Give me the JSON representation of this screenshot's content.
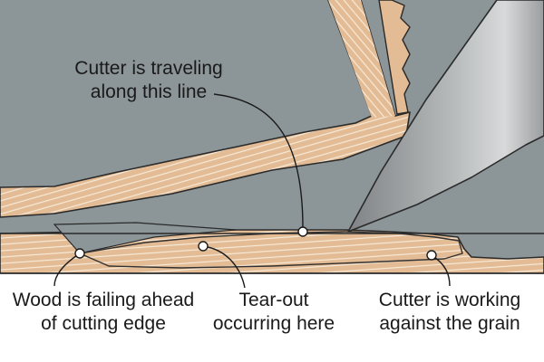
{
  "colors": {
    "background_panel": "#8c9597",
    "wood": "#e3bc95",
    "wood_grain": "#f7ead9",
    "outline": "#2a2a2a",
    "cutter_light": "#c9cbcc",
    "cutter_dark": "#8f9294",
    "page": "#ffffff",
    "text": "#1a1a1a"
  },
  "annotations": {
    "cutter_line": {
      "line1": "Cutter is traveling",
      "line2": "along this line"
    },
    "failing": {
      "line1": "Wood is failing ahead",
      "line2": "of cutting edge"
    },
    "tearout": {
      "line1": "Tear-out",
      "line2": "occurring here"
    },
    "against_grain": {
      "line1": "Cutter is working",
      "line2": "against the grain"
    }
  }
}
